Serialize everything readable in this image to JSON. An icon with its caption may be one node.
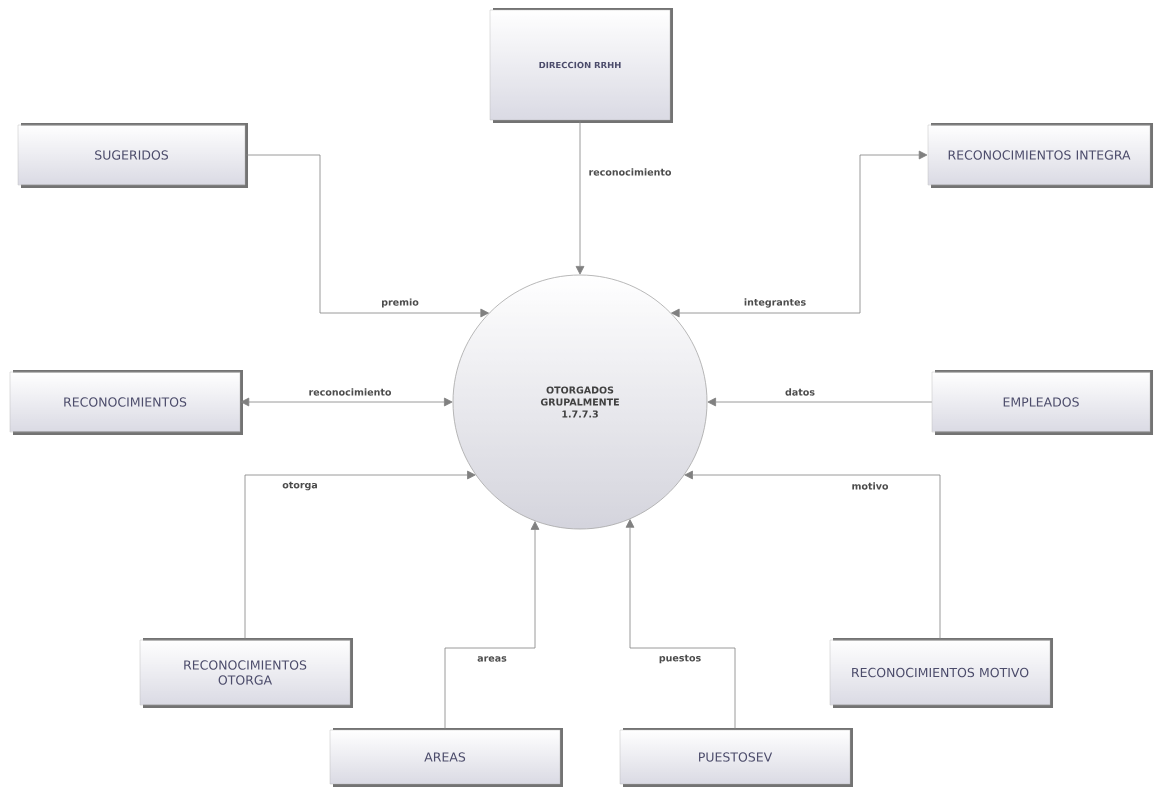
{
  "diagram": {
    "nodes": [
      {
        "text": [
          "DIRECCION RRHH"
        ]
      },
      {
        "text": [
          "SUGERIDOS"
        ]
      },
      {
        "text": [
          "RECONOCIMIENTOS INTEGRA"
        ]
      },
      {
        "text": [
          "OTORGADOS GRUPALMENTE 1.7.7.3"
        ]
      },
      {
        "text": [
          "RECONOCIMIENTOS"
        ]
      },
      {
        "text": [
          "EMPLEADOS"
        ]
      },
      {
        "text": [
          "RECONOCIMIENTOS OTORGA"
        ]
      },
      {
        "text": [
          "RECONOCIMIENTOS MOTIVO"
        ]
      },
      {
        "text": [
          "AREAS"
        ]
      },
      {
        "text": [
          "PUESTOSEV"
        ]
      }
    ],
    "edges": [
      {
        "from": 0,
        "to": 3,
        "arrow": "to",
        "label": "reconocimiento"
      },
      {
        "from": 1,
        "to": 3,
        "arrow": "to",
        "label": "premio"
      },
      {
        "from": 3,
        "to": 2,
        "arrow": "both",
        "label": "integrantes"
      },
      {
        "from": 4,
        "to": 3,
        "arrow": "both",
        "label": "reconocimiento"
      },
      {
        "from": 5,
        "to": 3,
        "arrow": "to",
        "label": "datos"
      },
      {
        "from": 6,
        "to": 3,
        "arrow": "to",
        "label": "otorga"
      },
      {
        "from": 8,
        "to": 3,
        "arrow": "to",
        "label": "areas"
      },
      {
        "from": 9,
        "to": 3,
        "arrow": "to",
        "label": "puestos"
      },
      {
        "from": 7,
        "to": 3,
        "arrow": "to",
        "label": "motivo"
      }
    ]
  }
}
